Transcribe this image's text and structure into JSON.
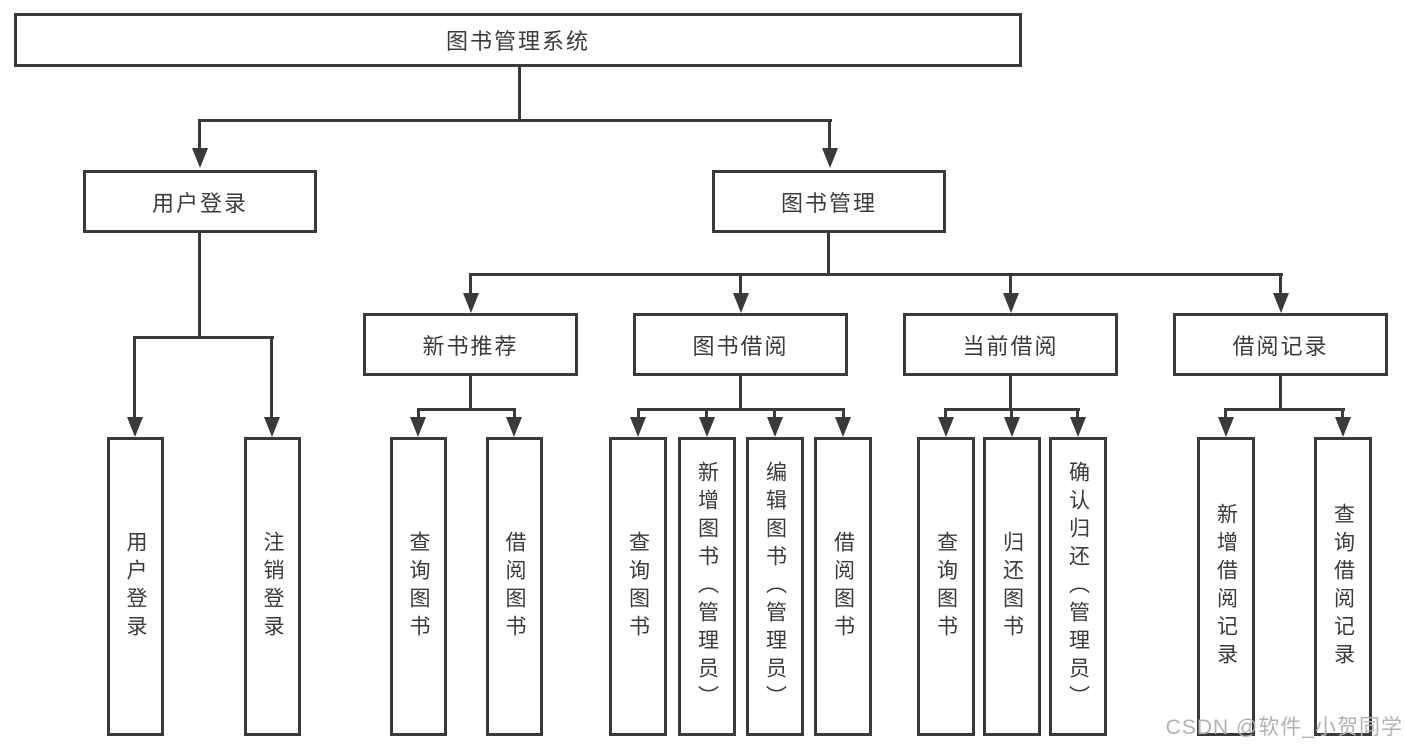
{
  "colors": {
    "line": "#3a3a3a",
    "box_border": "#3a3a3a",
    "text": "#3b3b3b",
    "background": "#ffffff",
    "watermark": "#b2b2b2"
  },
  "watermark": "CSDN @软件_小贺同学",
  "tree": {
    "root": {
      "label": "图书管理系统"
    },
    "branches": [
      {
        "label": "用户登录",
        "children": [
          {
            "label": "用户登录"
          },
          {
            "label": "注销登录"
          }
        ]
      },
      {
        "label": "图书管理",
        "children": [
          {
            "label": "新书推荐",
            "children": [
              {
                "label": "查询图书"
              },
              {
                "label": "借阅图书"
              }
            ]
          },
          {
            "label": "图书借阅",
            "children": [
              {
                "label": "查询图书"
              },
              {
                "label": "新增图书（管理员）"
              },
              {
                "label": "编辑图书（管理员）"
              },
              {
                "label": "借阅图书"
              }
            ]
          },
          {
            "label": "当前借阅",
            "children": [
              {
                "label": "查询图书"
              },
              {
                "label": "归还图书"
              },
              {
                "label": "确认归还（管理员）"
              }
            ]
          },
          {
            "label": "借阅记录",
            "children": [
              {
                "label": "新增借阅记录"
              },
              {
                "label": "查询借阅记录"
              }
            ]
          }
        ]
      }
    ]
  }
}
